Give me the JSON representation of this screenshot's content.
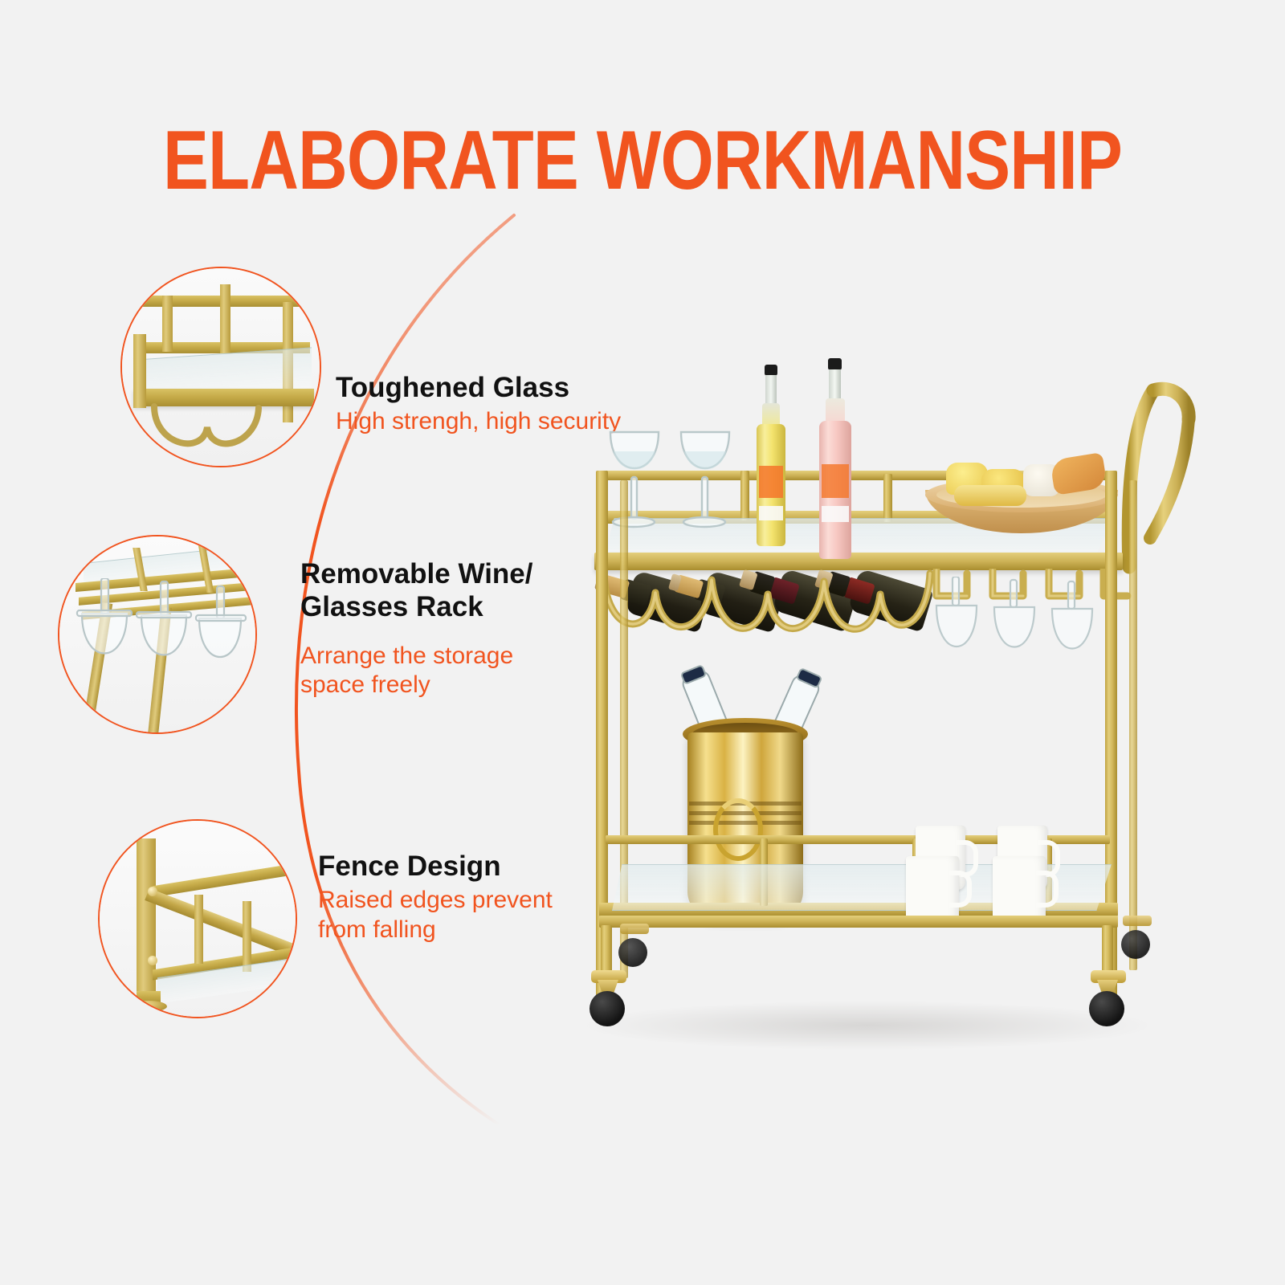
{
  "page": {
    "background_color": "#f2f2f2",
    "accent_color": "#f1541f",
    "gold_color": "#c9ae4f",
    "headline": "ELABORATE WORKMANSHIP"
  },
  "features": [
    {
      "id": "toughened-glass",
      "title": "Toughened Glass",
      "subtitle": "High strengh, high security",
      "thumbnail_alt": "Close-up of gold frame rail and toughened glass shelf edge"
    },
    {
      "id": "removable-rack",
      "title": "Removable Wine/\nGlasses Rack",
      "subtitle": "Arrange the storage\nspace freely",
      "thumbnail_alt": "Close-up of wine glasses hanging upside down from gold stemware rack"
    },
    {
      "id": "fence-design",
      "title": "Fence Design",
      "subtitle": "Raised edges prevent\nfrom falling",
      "thumbnail_alt": "Close-up of gold fence railing with raised edge on glass shelf"
    }
  ],
  "product": {
    "name": "gold two-tier rolling bar cart",
    "frame_color": "#c9ae4f",
    "top_shelf": {
      "items": [
        {
          "type": "wine-glass",
          "count": 2,
          "color": "#eef4f5"
        },
        {
          "type": "bottle",
          "label": "yellow bottle",
          "liquid_color": "#f5e06a"
        },
        {
          "type": "bottle",
          "label": "pink bottle",
          "liquid_color": "#f6c5c1"
        },
        {
          "type": "wooden-tray",
          "color": "#d7a863",
          "contents": "pastries"
        }
      ]
    },
    "wine_rack": {
      "bottle_count": 4,
      "bottle_color": "#2b2a1c",
      "cork_color": "#c9a463"
    },
    "glass_rack": {
      "hanging_glass_count": 3
    },
    "bottom_shelf": {
      "items": [
        {
          "type": "ice-bucket",
          "color": "#d9b44a",
          "bottles_inside": 2
        },
        {
          "type": "mug",
          "count": 4,
          "color": "#fbfbf8"
        }
      ]
    },
    "casters": {
      "count": 4,
      "wheel_color": "#1c1c1c",
      "bracket_color": "#d3b95c"
    }
  }
}
